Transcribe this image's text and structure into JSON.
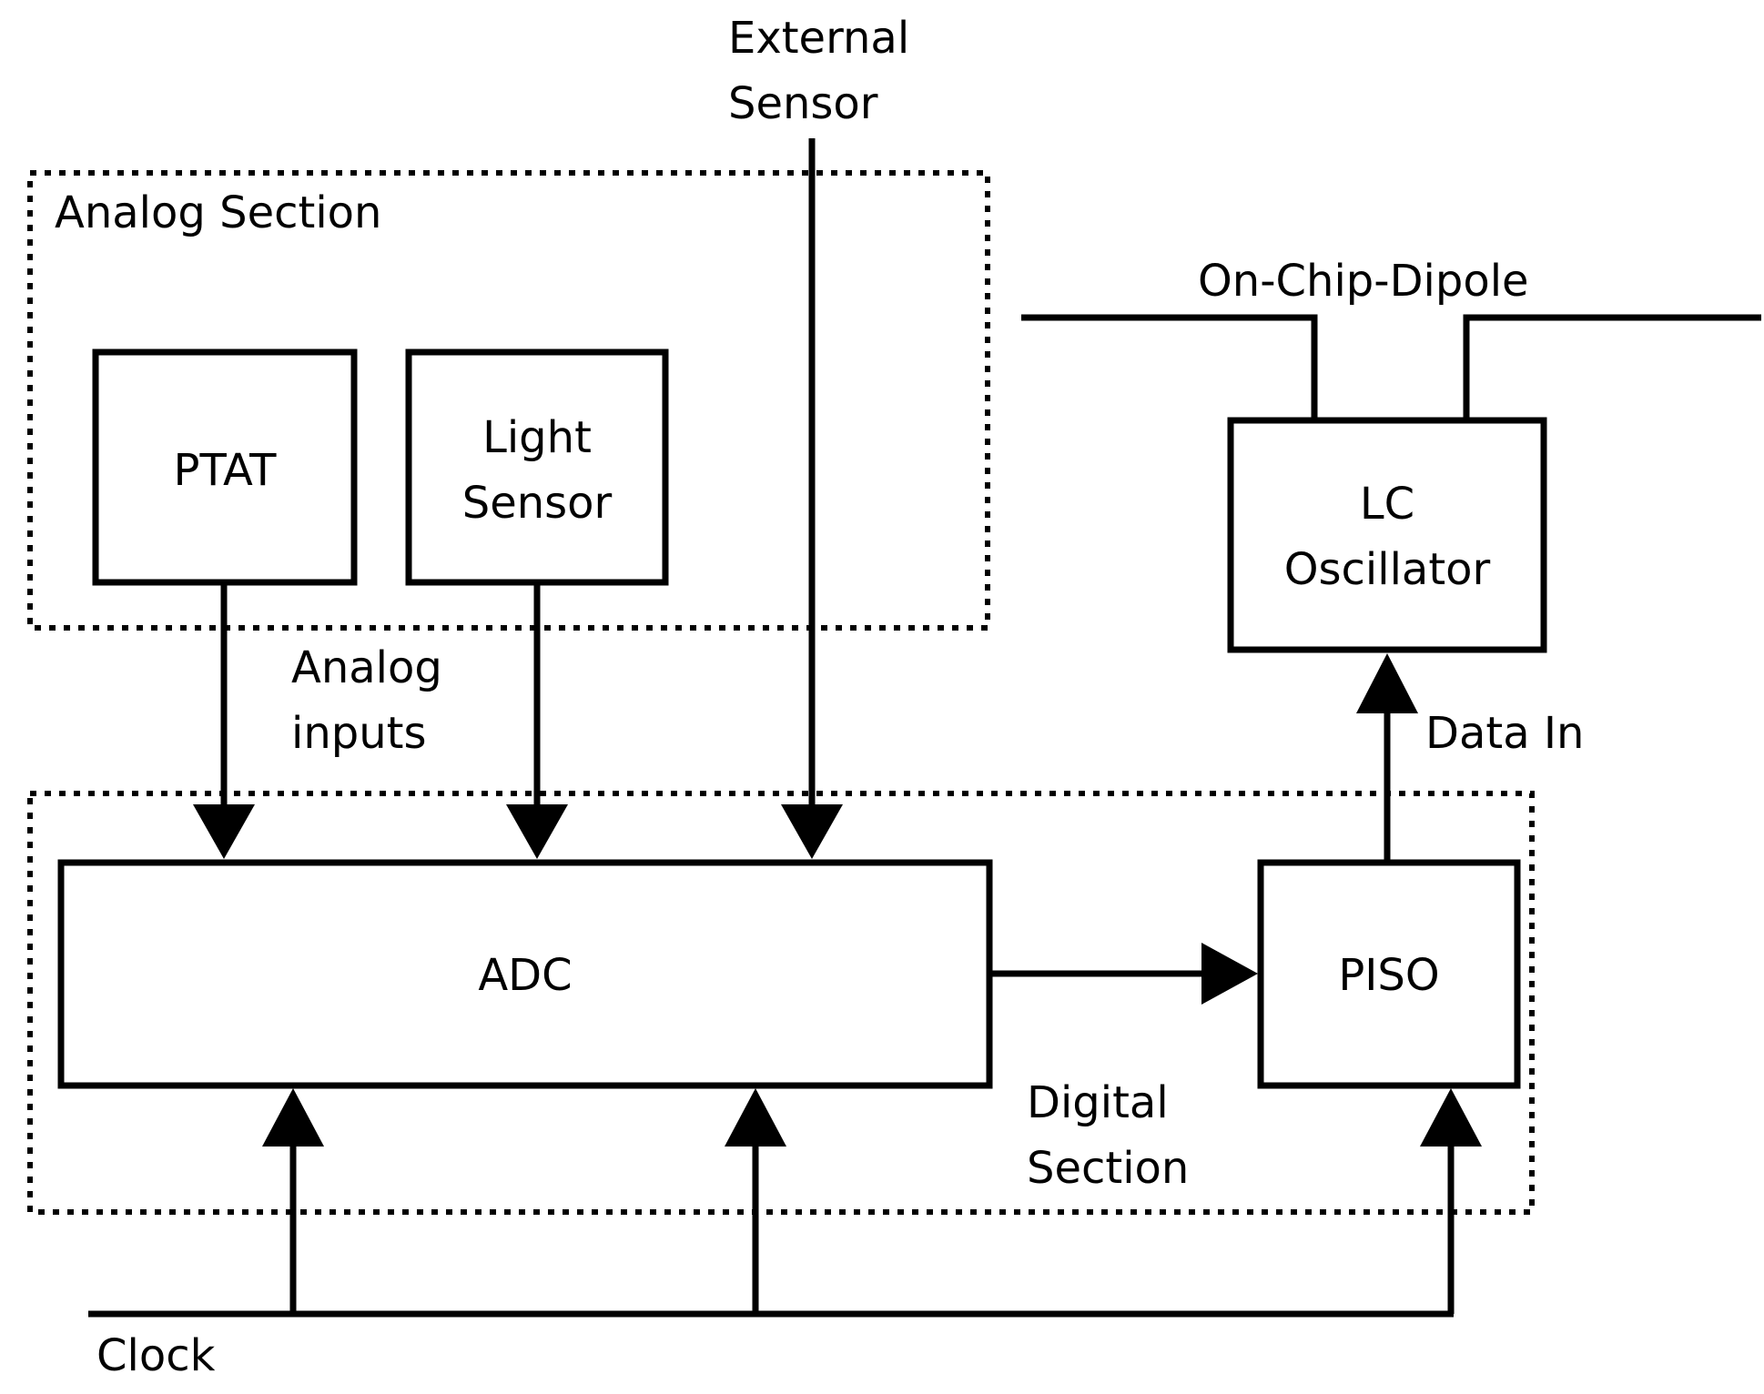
{
  "diagram": {
    "analog_section": {
      "label": "Analog Section"
    },
    "digital_section": {
      "label_line1": "Digital",
      "label_line2": "Section"
    },
    "blocks": {
      "ptat": {
        "label": "PTAT"
      },
      "light_sensor": {
        "label_line1": "Light",
        "label_line2": "Sensor"
      },
      "adc": {
        "label": "ADC"
      },
      "piso": {
        "label": "PISO"
      },
      "lc_oscillator": {
        "label_line1": "LC",
        "label_line2": "Oscillator"
      }
    },
    "signals": {
      "external_sensor": {
        "label_line1": "External",
        "label_line2": "Sensor"
      },
      "analog_inputs": {
        "label_line1": "Analog",
        "label_line2": "inputs"
      },
      "data_in": {
        "label": "Data In"
      },
      "on_chip_dipole": {
        "label": "On-Chip-Dipole"
      },
      "clock": {
        "label": "Clock"
      }
    }
  }
}
